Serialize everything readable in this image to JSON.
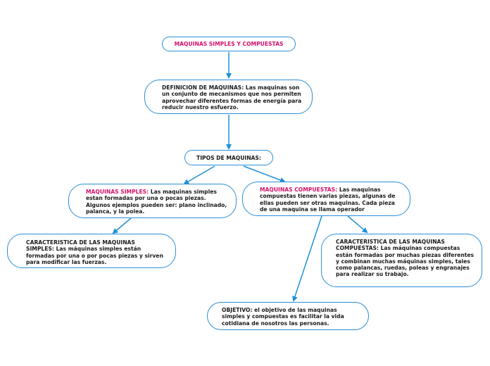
{
  "colors": {
    "connector": "#1e90d8",
    "node_border": "#2a8fd6",
    "highlight": "#d6116b"
  },
  "nodes": {
    "title": {
      "text": "MAQUINAS SIMPLES Y COMPUESTAS"
    },
    "definicion": {
      "text": "DEFINICION DE MAQUINAS: Las maquinas son un conjunto de mecanismos que nos permiten aprovechar diferentes formas de energía para reducir nuestro esfuerzo."
    },
    "tipos": {
      "text": "TIPOS DE MAQUINAS:"
    },
    "simples": {
      "label": "MAQUINAS SIMPLES:",
      "text": " Las maquinas simples estan formadas por una o pocas piezas. Algunos ejemplos pueden ser:   plano inclinado, palanca, y la polea."
    },
    "compuestas": {
      "label": "MAQUINAS COMPUESTAS:",
      "text": " Las maquinas compuestas tienen varias piezas, algunas de ellas pueden ser otras maquinas.  Cada pieza de una maquina se llama operador"
    },
    "caract_simples": {
      "text": "CARACTERISTICA DE LAS MAQUINAS SIMPLES: Las máquinas simples están formadas por una o por pocas piezas y sirven para modificar las fuerzas."
    },
    "caract_compuestas": {
      "text": "CARACTERISTICA DE LAS MAQUINAS COMPUESTAS: Las máquinas compuestas están formadas por muchas piezas diferentes y combinan muchas máquinas simples, tales como palancas, ruedas, poleas y engranajes para realizar su trabajo."
    },
    "objetivo": {
      "text": "OBJETIVO: el objetivo de las maquinas simples y compuestas es facilitar la vida cotidiana de nosotros las personas."
    }
  }
}
